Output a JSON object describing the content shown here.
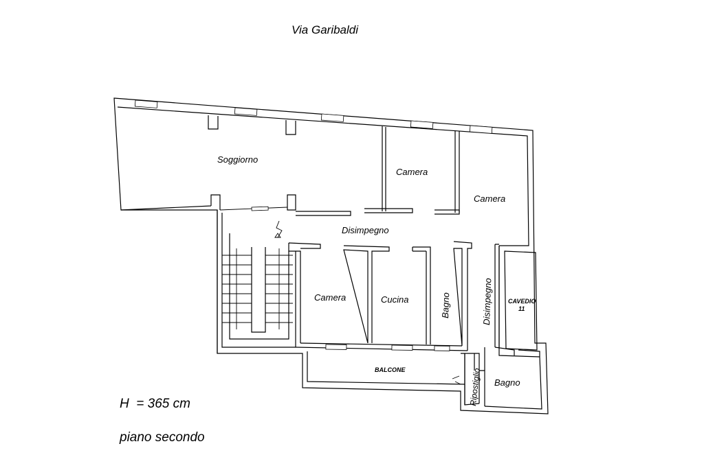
{
  "street_label": "Via Garibaldi",
  "height_note": "H  = 365 cm",
  "floor_label": "piano secondo",
  "rooms": {
    "soggiorno": "Soggiorno",
    "camera_1": "Camera",
    "camera_2": "Camera",
    "camera_3": "Camera",
    "cucina": "Cucina",
    "bagno_1": "Bagno",
    "bagno_2": "Bagno",
    "disimpegno_1": "Disimpegno",
    "disimpegno_2": "Disimpegno",
    "ripostiglio": "Ripostiglio",
    "balcone": "BALCONE",
    "cavedio_line1": "CAVEDIO",
    "cavedio_line2": "11"
  }
}
